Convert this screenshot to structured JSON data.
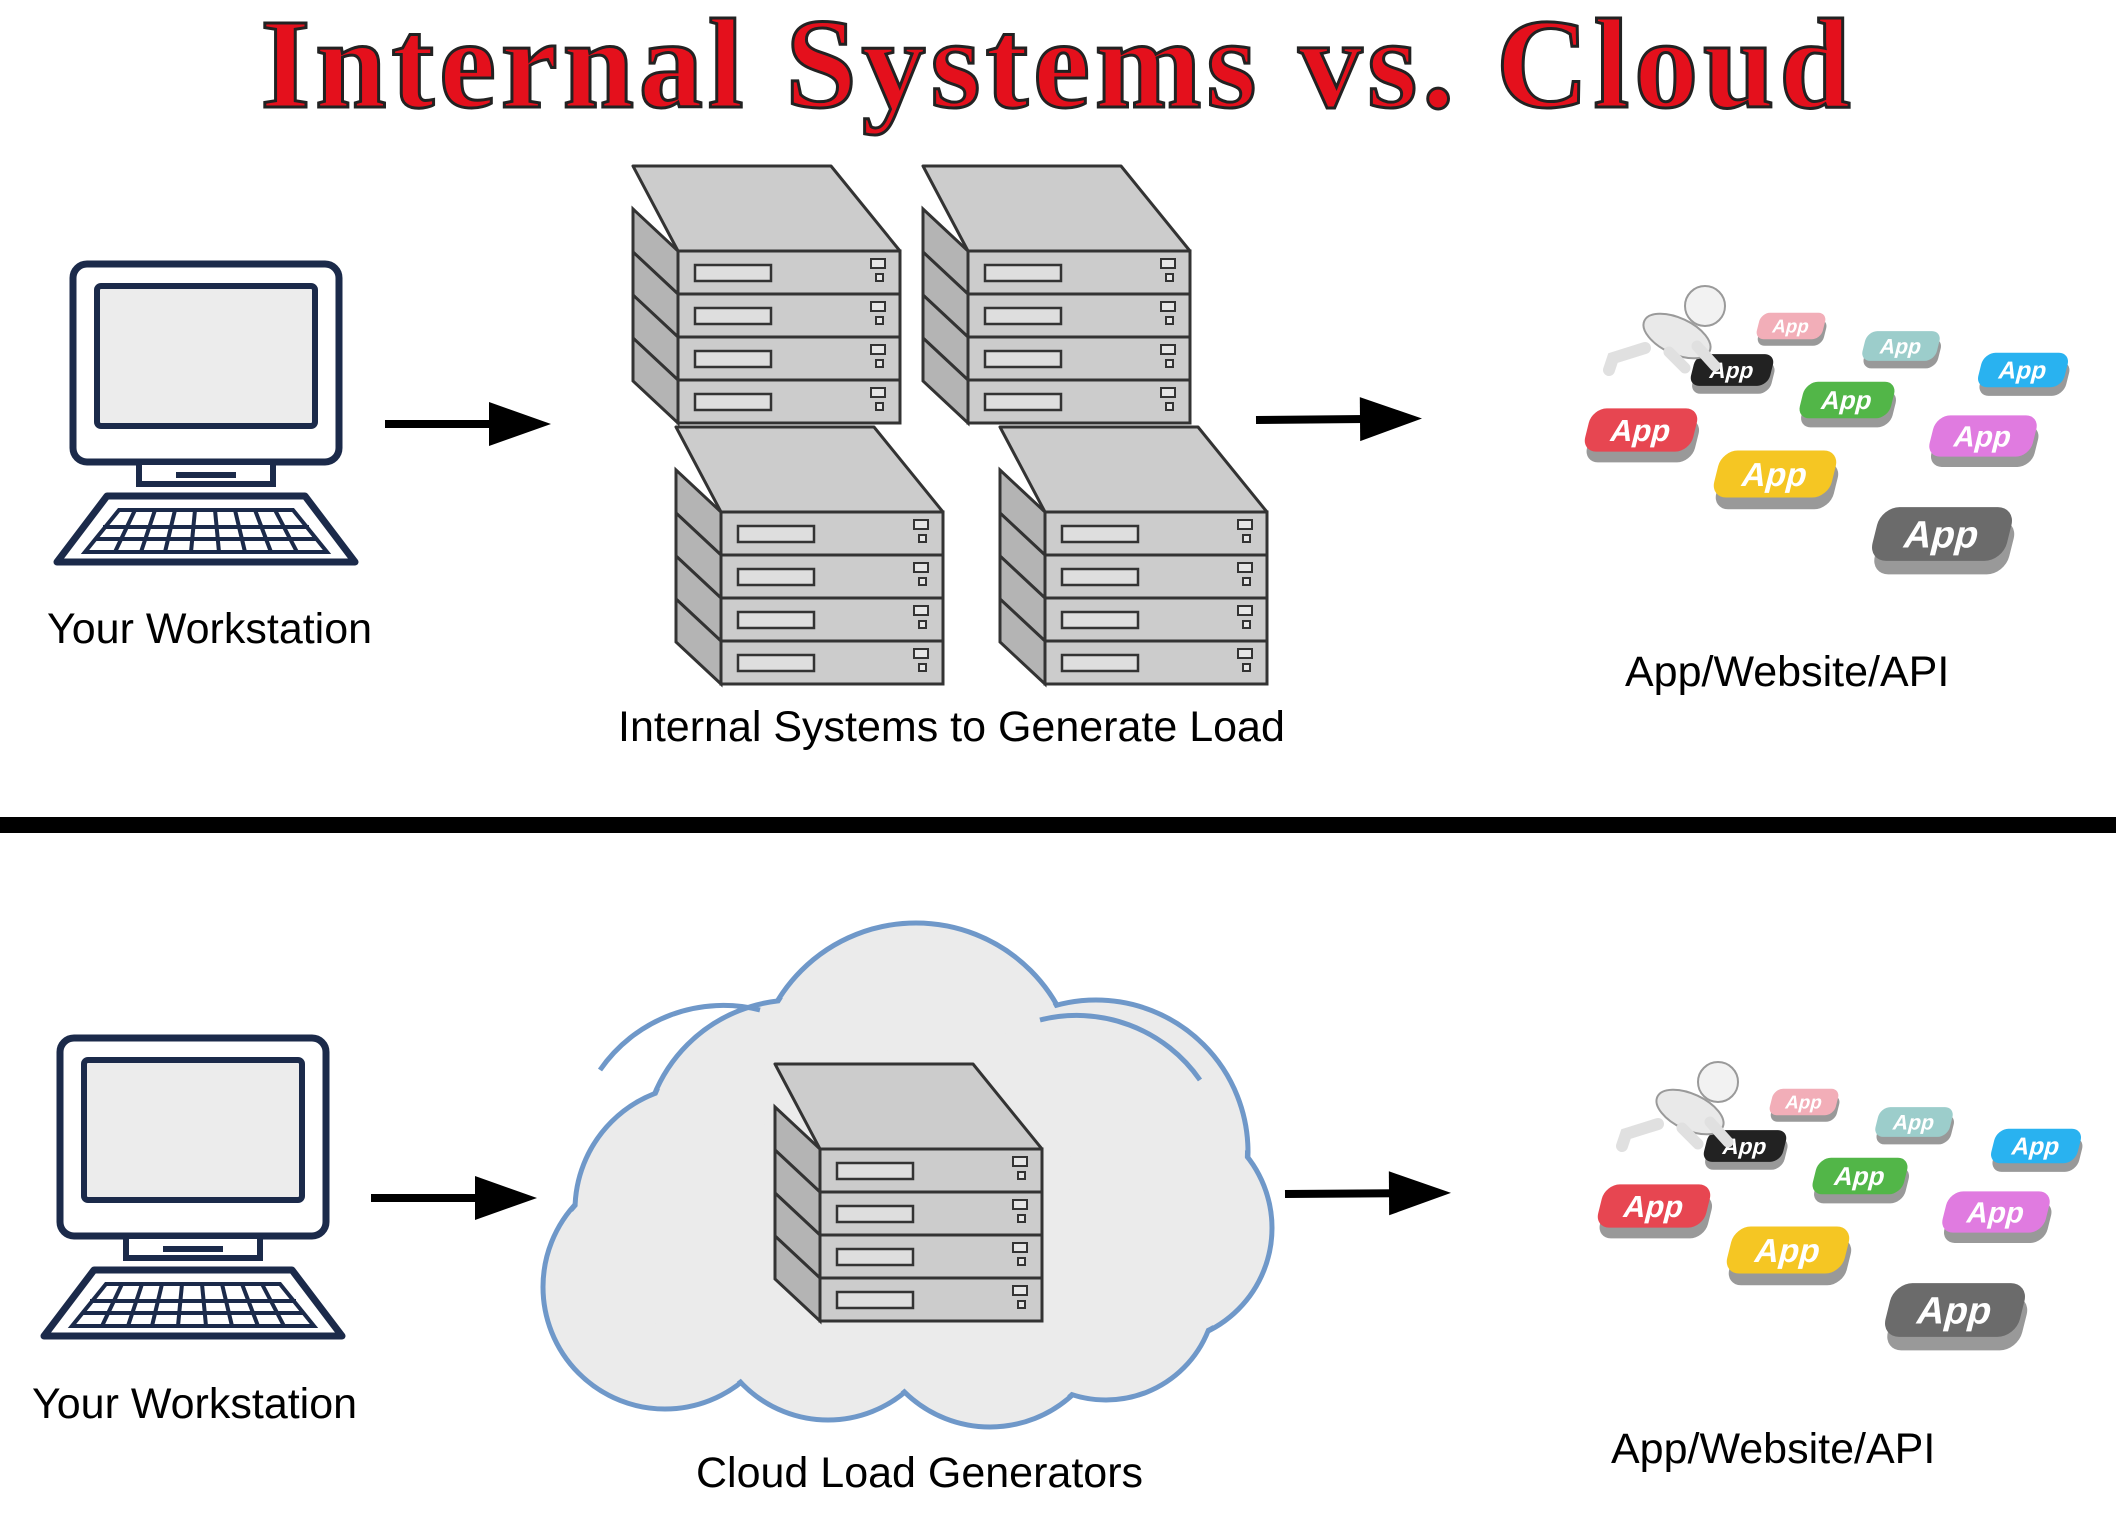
{
  "title": "Internal Systems vs. Cloud",
  "top": {
    "workstation_label": "Your Workstation",
    "servers_label": "Internal Systems to Generate Load",
    "target_label": "App/Website/API"
  },
  "bottom": {
    "workstation_label": "Your Workstation",
    "servers_label": "Cloud Load Generators",
    "target_label": "App/Website/API"
  },
  "app_tile_text": "App",
  "colors": {
    "title": "#e4101c",
    "server_fill": "#cccccc",
    "cloud_fill": "#ebebeb",
    "cloud_stroke": "#6f98c9",
    "monitor_stroke": "#1b2a4a",
    "tiles": [
      "#f2aeb8",
      "#9ccdcb",
      "#29b2f0",
      "#222222",
      "#52b648",
      "#e74651",
      "#f5c623",
      "#e07be0",
      "#6b6b6b"
    ]
  }
}
